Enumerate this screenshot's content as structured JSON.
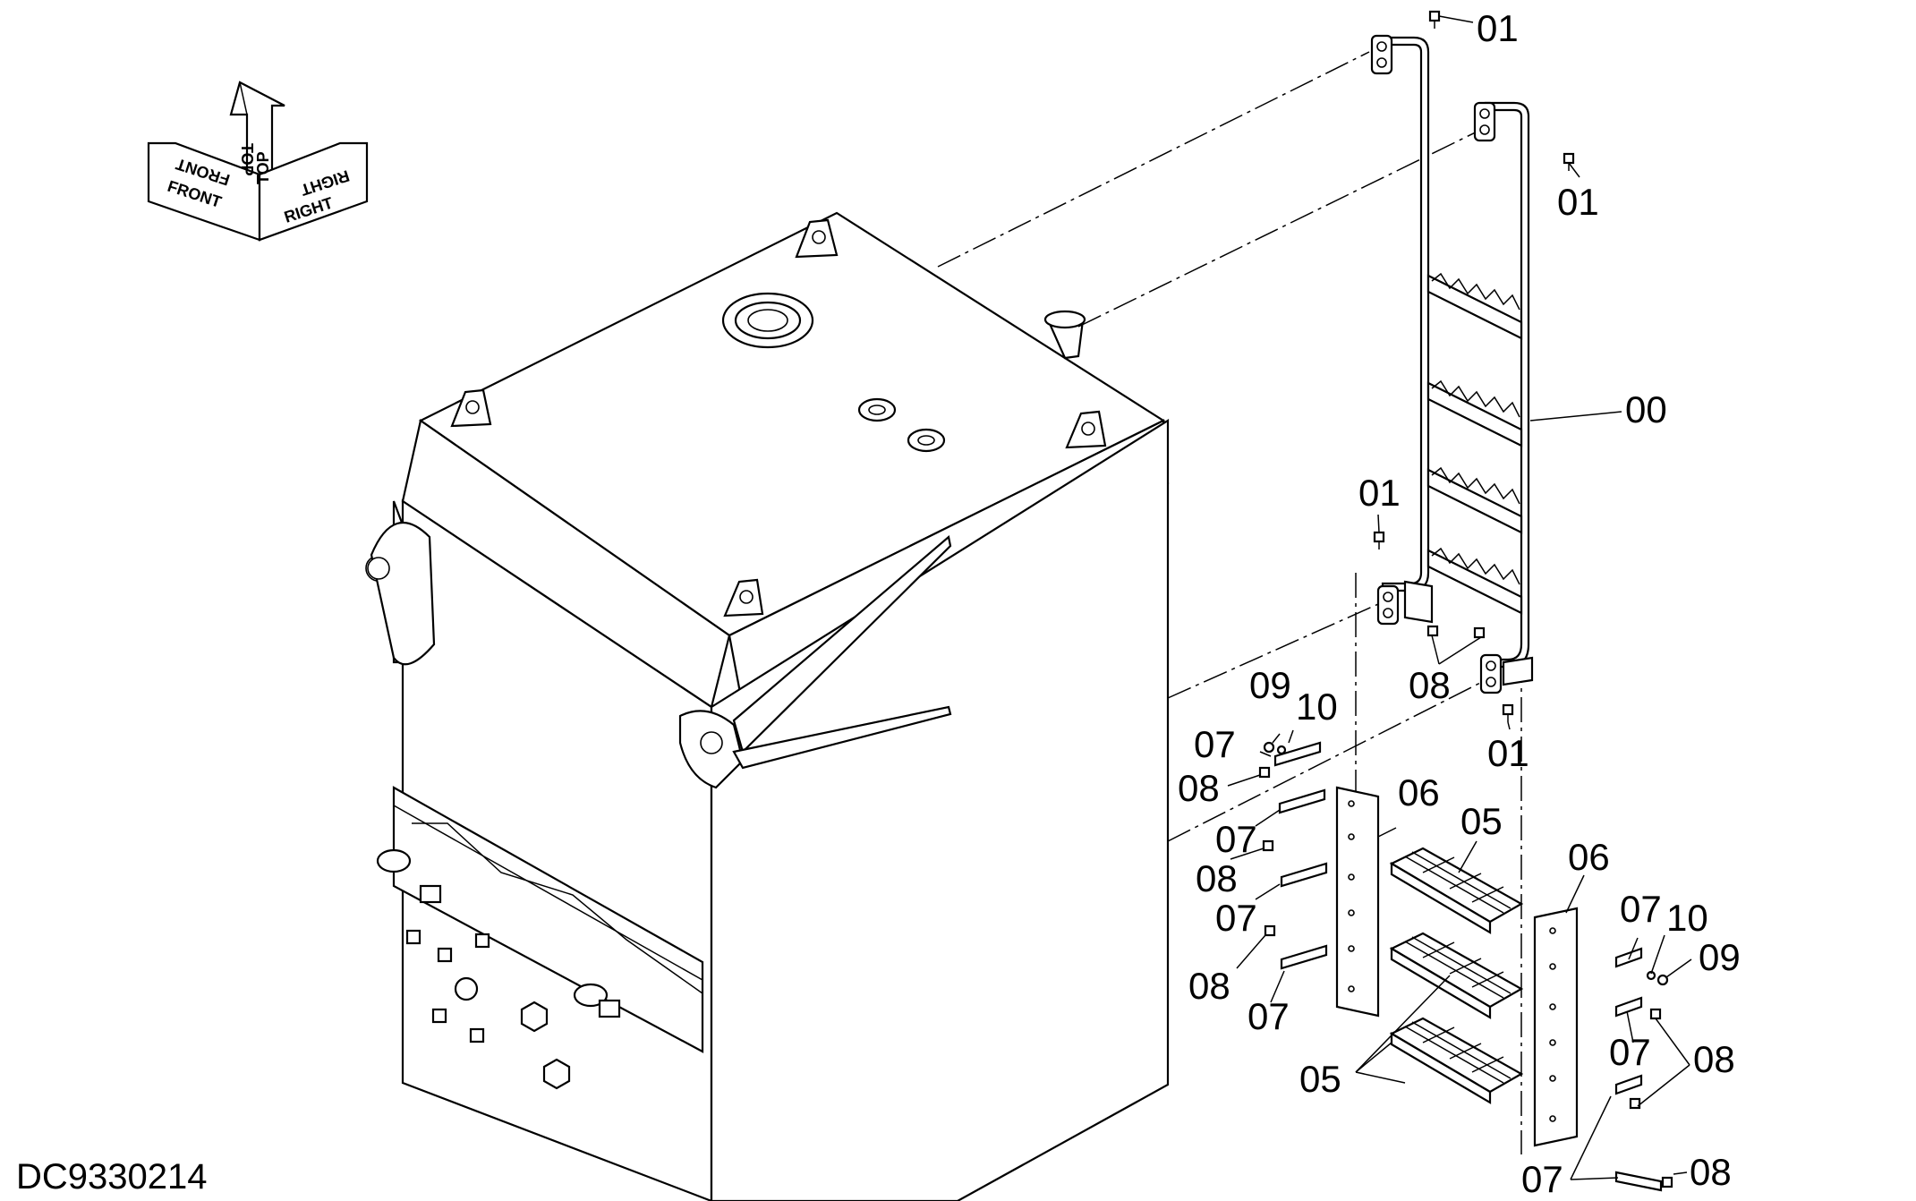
{
  "drawing": {
    "code": "DC9330214",
    "orientation": {
      "front": "FRONT",
      "top": "TOP",
      "right": "RIGHT"
    },
    "callouts": {
      "c01_a": "01",
      "c01_b": "01",
      "c01_c": "01",
      "c01_d": "01",
      "c00": "00",
      "c08_top": "08",
      "c09_a": "09",
      "c10_a": "10",
      "c07_a": "07",
      "c08_a": "08",
      "c07_b": "07",
      "c06_a": "06",
      "c05_a": "05",
      "c08_b": "08",
      "c07_c": "07",
      "c08_c": "08",
      "c07_d": "07",
      "c05_b": "05",
      "c06_b": "06",
      "c07_e": "07",
      "c10_b": "10",
      "c09_b": "09",
      "c07_f": "07",
      "c08_d": "08",
      "c07_g": "07",
      "c08_e": "08"
    }
  }
}
